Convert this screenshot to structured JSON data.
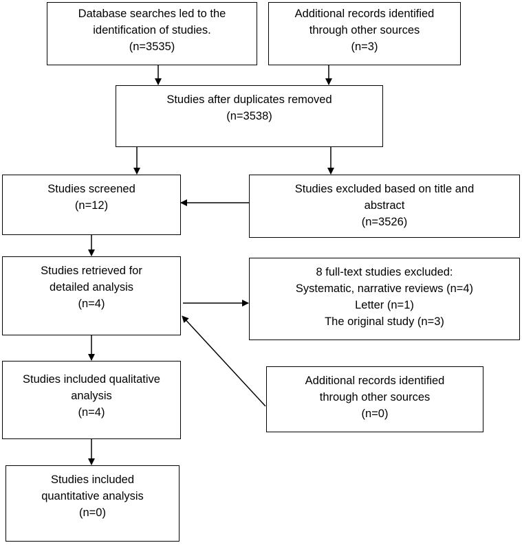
{
  "boxes": {
    "database_searches": [
      "Database searches led to the",
      "identification of studies.",
      "(n=3535)"
    ],
    "additional_records_top": [
      "Additional records identified",
      "through other sources",
      "(n=3)"
    ],
    "after_duplicates": [
      "Studies after duplicates removed",
      "(n=3538)"
    ],
    "screened": [
      "Studies screened",
      "(n=12)"
    ],
    "excluded_title_abstract": [
      "Studies excluded based on title and",
      "abstract",
      "(n=3526)"
    ],
    "retrieved": [
      "Studies retrieved for",
      "detailed analysis",
      "(n=4)"
    ],
    "fulltext_excluded": [
      "8 full-text studies excluded:",
      "Systematic, narrative reviews (n=4)",
      "Letter (n=1)",
      "The original study (n=3)"
    ],
    "additional_records_bottom": [
      "Additional records identified",
      "through other sources",
      "(n=0)"
    ],
    "qualitative": [
      "Studies included qualitative",
      "analysis",
      "(n=4)"
    ],
    "quantitative": [
      "Studies included",
      "quantitative analysis",
      "(n=0)"
    ]
  }
}
